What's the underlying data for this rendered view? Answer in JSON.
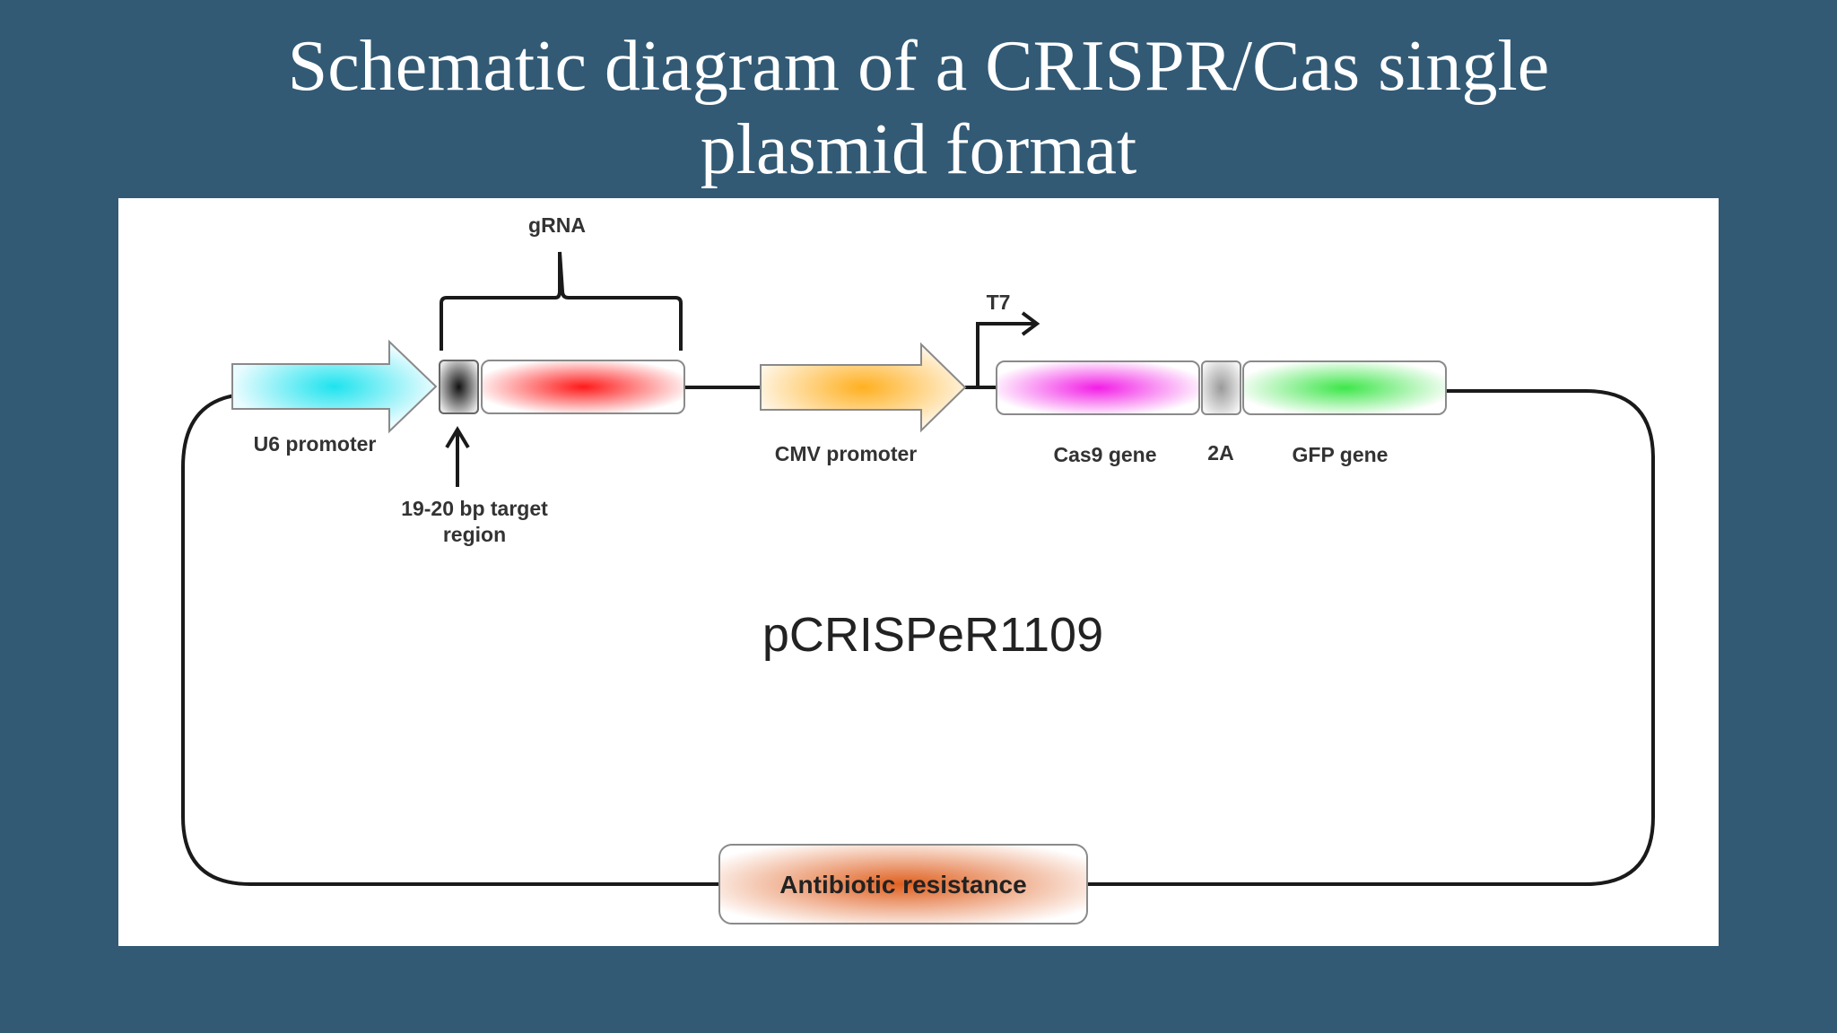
{
  "slide": {
    "title_line1": "Schematic diagram of a CRISPR/Cas single",
    "title_line2": "plasmid format",
    "background_color": "#325a75"
  },
  "diagram": {
    "plasmid_name": "pCRISPeR1109",
    "labels": {
      "grna": "gRNA",
      "u6_promoter": "U6 promoter",
      "target_line1": "19-20 bp target",
      "target_line2": "region",
      "cmv_promoter": "CMV promoter",
      "t7": "T7",
      "cas9_gene": "Cas9 gene",
      "two_a": "2A",
      "gfp_gene": "GFP gene",
      "antibiotic_resistance": "Antibiotic resistance"
    },
    "colors": {
      "u6": "#1ee3ee",
      "target": "#111111",
      "grna_scaffold": "#ff1a1a",
      "cmv": "#ffb020",
      "cas9": "#f21ee6",
      "two_a": "#9a9a9a",
      "gfp": "#3ee64a",
      "antibiotic": "#e06020"
    }
  }
}
